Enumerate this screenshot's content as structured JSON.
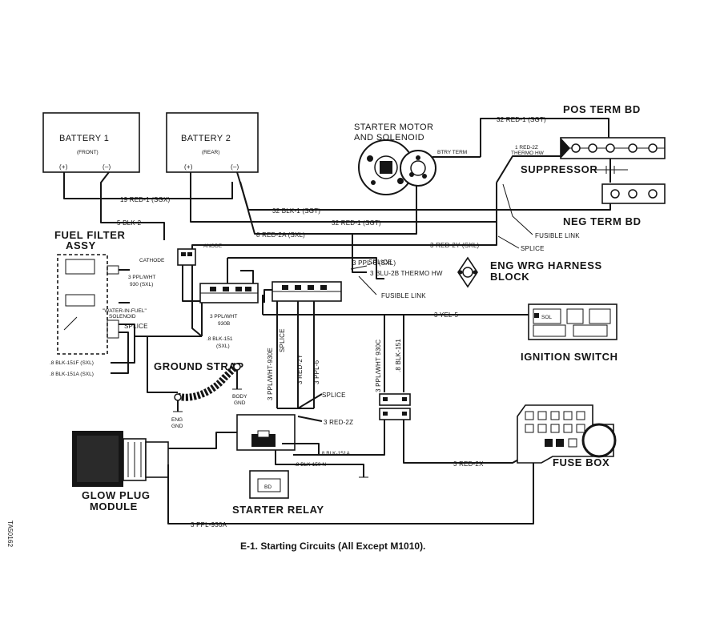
{
  "caption": "E-1. Starting Circuits (All Except M1010).",
  "figure_id": "TA50162",
  "components": {
    "battery1": {
      "name": "BATTERY 1",
      "position": "(FRONT)",
      "pos": "(+)",
      "neg": "(–)"
    },
    "battery2": {
      "name": "BATTERY 2",
      "position": "(REAR)",
      "pos": "(+)",
      "neg": "(–)"
    },
    "starter": {
      "line1": "STARTER MOTOR",
      "line2": "AND SOLENOID",
      "terminal": "BTRY TERM"
    },
    "pos_term": "POS TERM BD",
    "neg_term": "NEG TERM BD",
    "suppressor": "SUPPRESSOR",
    "fuel_filter": {
      "line1": "FUEL FILTER",
      "line2": "ASSY",
      "anode": "ANODE",
      "cathode": "CATHODE",
      "water1": "\"WATER-IN-FUEL\"",
      "water2": "SOLENOID",
      "splice": "SPLICE"
    },
    "eng_harness": {
      "line1": "ENG WRG HARNESS",
      "line2": "BLOCK"
    },
    "ignition": {
      "name": "IGNITION SWITCH",
      "sol": "SOL"
    },
    "ground_strap": "GROUND STRAP",
    "body_gnd": {
      "line1": "BODY",
      "line2": "GND"
    },
    "eng_gnd": {
      "line1": "ENG",
      "line2": "GND"
    },
    "glow_plug": {
      "line1": "GLOW PLUG",
      "line2": "MODULE"
    },
    "starter_relay": {
      "name": "STARTER RELAY",
      "relay_label": "BD"
    },
    "fuse_box": "FUSE BOX"
  },
  "wires": {
    "red_1_sgt": "32 RED-1 (SGT)",
    "red_2z": "1 RED-2Z",
    "thermo_hw": "THERMO HW",
    "red_1_sgx": "19 RED-1 (SGX)",
    "blk_1_sgt": "32 BLK-1 (SGT)",
    "blk_2": "5 BLK-2",
    "red_1_sgt_2": "32 RED-1 (SGT)",
    "red_2a": "8 RED-2A (SXL)",
    "red_2y": "3 RED-2Y (SXL)",
    "fusible_link": "FUSIBLE LINK",
    "splice": "SPLICE",
    "ppl_6_sxl": "3 PPL-6 (SXL)",
    "splice2": "SPLICE",
    "blu_2b": "3 BLU-2B THERMO HW",
    "fusible_link2": "FUSIBLE LINK",
    "ppl_wht_930": "3 PPL/WHT",
    "ppl_wht_930b_a": "930 (SXL)",
    "ppl_wht_930b": "3 PPL/WHT",
    "ppl_930b_num": "930B",
    "yel_5": "3 YEL-5",
    "blk_151": ".8 BLK-151",
    "sxl": "(SXL)",
    "blk_151f": ".8 BLK-151F (SXL)",
    "blk_151a": ".8 BLK-151A (SXL)",
    "v_ppl_wht_930e": "3 PPL/WHT-930E",
    "v_splice": "SPLICE",
    "v_red_2y": "3 RED-2Y",
    "v_ppl_6": "3 PPL-6",
    "v_ppl_wht_930c": "3 PPL/WHT 930C",
    "v_blk_151": ".8 BLK-151",
    "splice3": "SPLICE",
    "red_2z_b": "3 RED-2Z",
    "blk_151a_b": ".8 BLK-151A",
    "blk_150n": ".8 BLK-150 N",
    "red_2x": "3 RED-2X",
    "ppl_930a": "3 PPL-930A"
  }
}
